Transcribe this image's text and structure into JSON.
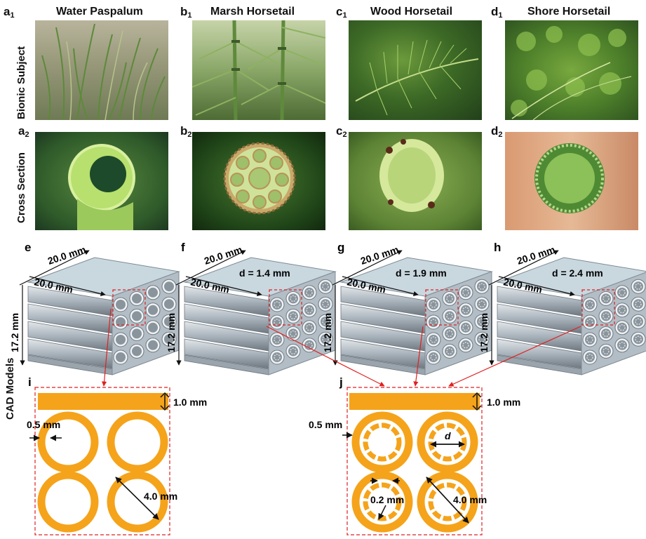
{
  "row_labels": {
    "top": "Bionic Subject",
    "middle": "Cross Section",
    "bottom": "CAD Models"
  },
  "columns": [
    {
      "letter": "a",
      "name": "Water Paspalum"
    },
    {
      "letter": "b",
      "name": "Marsh Horsetail"
    },
    {
      "letter": "c",
      "name": "Wood Horsetail"
    },
    {
      "letter": "d",
      "name": "Shore Horsetail"
    }
  ],
  "sub1": "1",
  "sub2": "2",
  "cad_panels": [
    {
      "letter": "e",
      "width": "20.0 mm",
      "depth": "20.0 mm",
      "height": "17.2 mm",
      "d": ""
    },
    {
      "letter": "f",
      "width": "20.0 mm",
      "depth": "20.0 mm",
      "height": "17.2 mm",
      "d": "d = 1.4 mm"
    },
    {
      "letter": "g",
      "width": "20.0 mm",
      "depth": "20.0 mm",
      "height": "17.2 mm",
      "d": "d = 1.9 mm"
    },
    {
      "letter": "h",
      "width": "20.0 mm",
      "depth": "20.0 mm",
      "height": "17.2 mm",
      "d": "d = 2.4 mm"
    }
  ],
  "detail_i": {
    "letter": "i",
    "plate": "1.0 mm",
    "wall": "0.5 mm",
    "diameter": "4.0 mm"
  },
  "detail_j": {
    "letter": "j",
    "plate": "1.0 mm",
    "wall": "0.5 mm",
    "diameter": "4.0 mm",
    "inner_wall": "0.2 mm",
    "d": "d"
  },
  "colors": {
    "orange": "#f5a31a",
    "steel": "#a9b3bc",
    "top_face": "#c9d7df",
    "red_dash": "#e02020"
  }
}
